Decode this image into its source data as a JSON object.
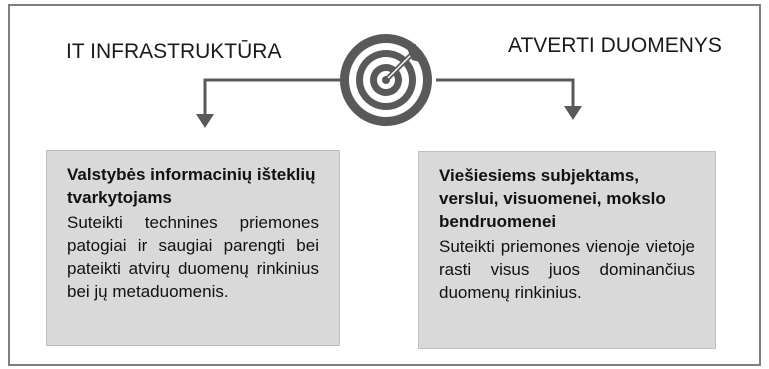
{
  "labels": {
    "left": "IT INFRASTRUKTŪRA",
    "right": "ATVERTI DUOMENYS"
  },
  "icons": {
    "center": "target-icon",
    "arrows": "arrow-down-icon"
  },
  "boxes": {
    "left": {
      "title": "Valstybės informacinių išteklių tvarkytojams",
      "body": "Suteikti technines priemones patogiai ir saugiai parengti bei pateikti atvirų duomenų rinkinius bei jų metaduomenis."
    },
    "right": {
      "title": "Viešiesiems subjektams, verslui, visuomenei, mokslo bendruomenei",
      "body": "Suteikti priemones vienoje vietoje rasti visus juos dominančius duomenų rinkinius."
    }
  },
  "colors": {
    "frame": "#7f7f7f",
    "box_fill": "#d9d9d9",
    "arrow": "#595959",
    "target": "#595959"
  }
}
